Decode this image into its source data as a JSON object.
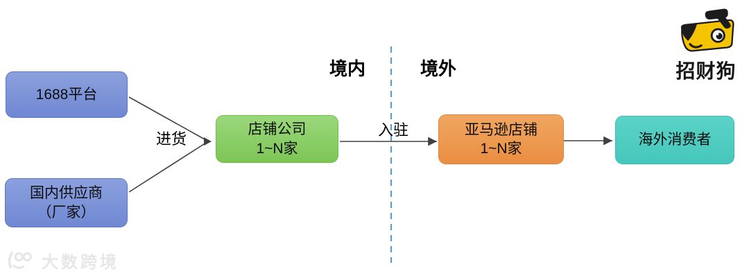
{
  "diagram": {
    "regions": {
      "domestic_label": "境内",
      "overseas_label": "境外",
      "divider_color": "#5B9BD5"
    },
    "nodes": {
      "platform1688": {
        "line1": "1688平台",
        "fill": "#7E97DA",
        "border": "#5C77C5"
      },
      "supplier": {
        "line1": "国内供应商",
        "line2": "（厂家）",
        "fill": "#7E97DA",
        "border": "#5C77C5"
      },
      "shop": {
        "line1": "店铺公司",
        "line2": "1~N家",
        "fill": "#8CD06B",
        "border": "#74BE4F"
      },
      "amazon": {
        "line1": "亚马逊店铺",
        "line2": "1~N家",
        "fill": "#EE9D54",
        "border": "#E2853B"
      },
      "consumer": {
        "line1": "海外消费者",
        "fill": "#50CDC2",
        "border": "#3DBCB1"
      }
    },
    "edges": {
      "color": "#404040",
      "purchase_label": "进货",
      "settle_label": "入驻"
    }
  },
  "logo": {
    "brand_name": "招财狗",
    "dog_yellow": "#F5C400",
    "ink": "#1C1C1C"
  },
  "watermark": {
    "text": "大数跨境",
    "color": "#E7E7E7"
  }
}
